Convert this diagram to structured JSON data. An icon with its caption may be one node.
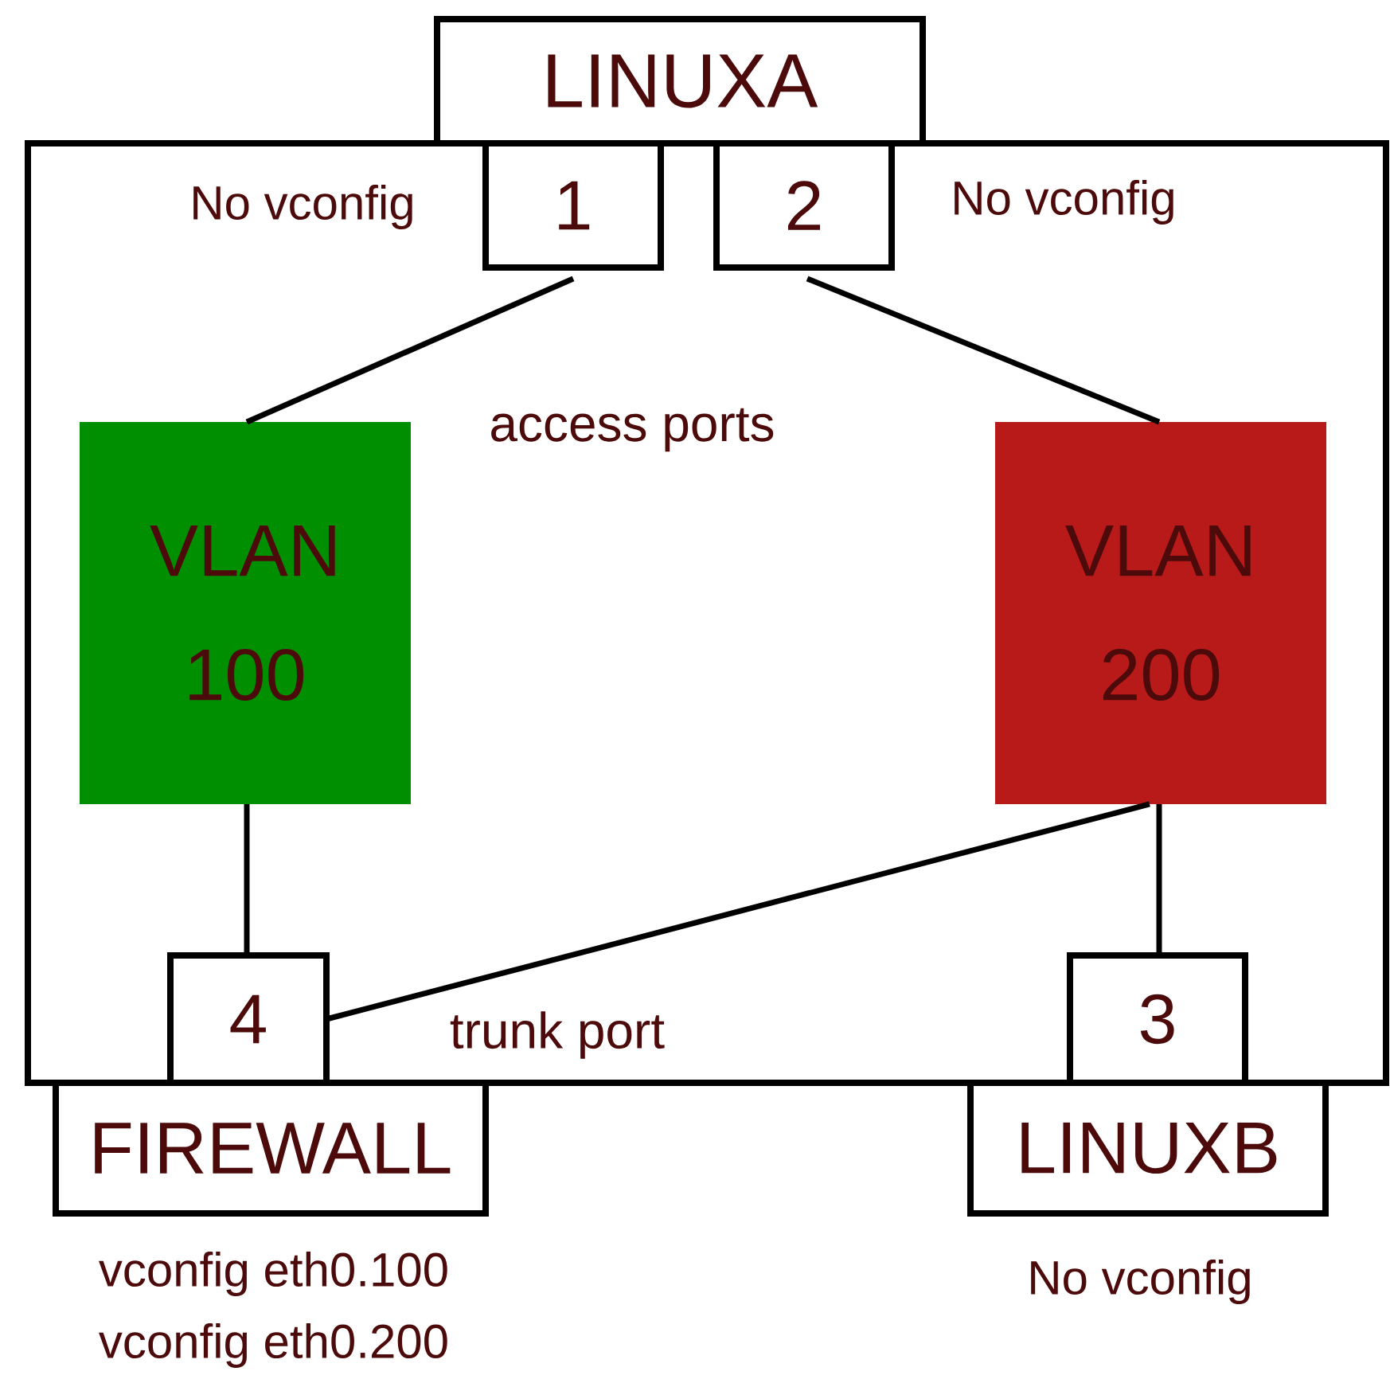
{
  "diagram": {
    "nodes": [
      {
        "text": [],
        "shape": "box"
      },
      {
        "text": [
          "LINUXA"
        ]
      },
      {
        "text": [
          "1"
        ],
        "in": 0,
        "beside": [
          "No vconfig"
        ]
      },
      {
        "text": [
          "2"
        ],
        "in": 0,
        "beside": [
          "No vconfig"
        ]
      },
      {
        "text": [
          "VLAN 100"
        ],
        "in": 0
      },
      {
        "text": [
          "VLAN 200"
        ],
        "in": 0
      },
      {
        "text": [
          "4"
        ],
        "in": 0
      },
      {
        "text": [
          "3"
        ],
        "in": 0
      },
      {
        "text": [
          "FIREWALL"
        ],
        "beside": [
          "vconfig eth0.100",
          "vconfig eth0.200"
        ]
      },
      {
        "text": [
          "LINUXB"
        ],
        "beside": [
          "No vconfig"
        ]
      }
    ],
    "edges": [
      {
        "from": 2,
        "to": 4,
        "arrow": "none"
      },
      {
        "from": 3,
        "to": 5,
        "arrow": "none"
      },
      {
        "from": 4,
        "to": 6,
        "arrow": "none"
      },
      {
        "from": 5,
        "to": 6,
        "arrow": "none"
      },
      {
        "from": 5,
        "to": 7,
        "arrow": "none"
      }
    ],
    "labels": [
      "access ports",
      "trunk port"
    ]
  }
}
